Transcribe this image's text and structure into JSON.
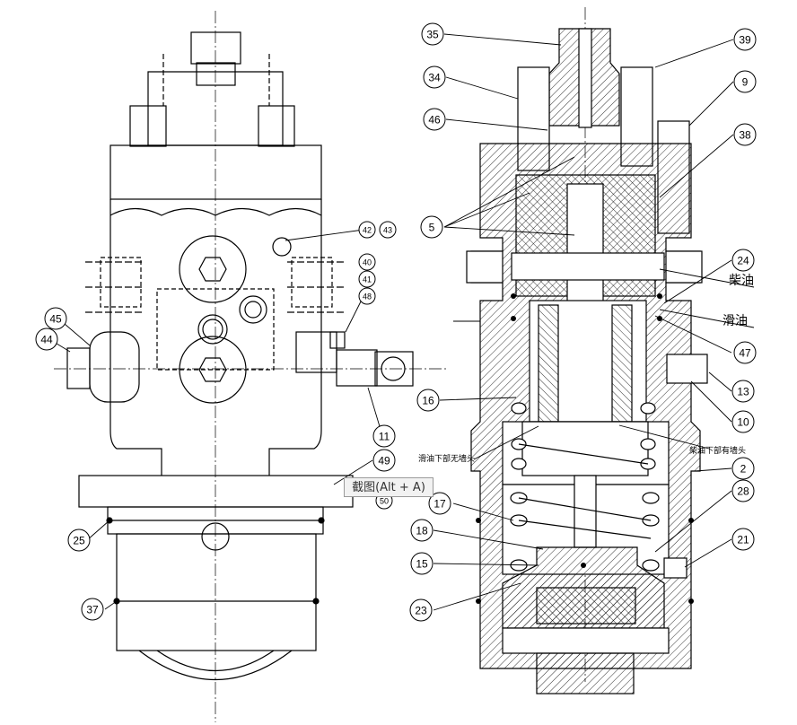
{
  "balloons": [
    {
      "label": "35"
    },
    {
      "label": "39"
    },
    {
      "label": "34"
    },
    {
      "label": "9"
    },
    {
      "label": "46"
    },
    {
      "label": "38"
    },
    {
      "label": "5"
    },
    {
      "label": "42"
    },
    {
      "label": "43"
    },
    {
      "label": "40"
    },
    {
      "label": "41"
    },
    {
      "label": "48"
    },
    {
      "label": "24"
    },
    {
      "label": "45"
    },
    {
      "label": "44"
    },
    {
      "label": "47"
    },
    {
      "label": "13"
    },
    {
      "label": "16"
    },
    {
      "label": "10"
    },
    {
      "label": "11"
    },
    {
      "label": "49"
    },
    {
      "label": "2"
    },
    {
      "label": "28"
    },
    {
      "label": "50"
    },
    {
      "label": "17"
    },
    {
      "label": "25"
    },
    {
      "label": "18"
    },
    {
      "label": "21"
    },
    {
      "label": "15"
    },
    {
      "label": "37"
    },
    {
      "label": "23"
    }
  ],
  "annotations": {
    "diesel_oil": "柴油",
    "lube_oil": "滑油",
    "lube_bottom_no_head": "滑油下部无墙头",
    "diesel_bottom_with_head": "柴油下部有墙头"
  },
  "tooltip": {
    "text": "截图(Alt + A)"
  },
  "colors": {
    "line": "#000000",
    "tooltip_bg": "#f2f2f2"
  }
}
